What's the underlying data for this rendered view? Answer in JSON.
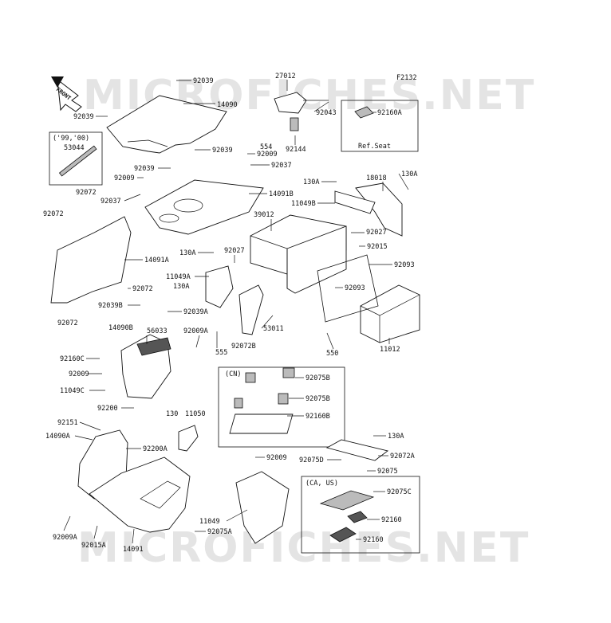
{
  "watermark": {
    "top": "MICROFICHES.NET",
    "bottom": "MICROFICHES.NET"
  },
  "figure_code": "F2132",
  "front_label": "FRONT",
  "boxes": {
    "years": "('99,'00)",
    "ref_seat": "Ref.Seat",
    "cn": "(CN)",
    "ca_us": "(CA, US)"
  },
  "labels": {
    "l92039_a": "92039",
    "l14090": "14090",
    "l92039_b": "92039",
    "l92039_c": "92039",
    "l92039_d": "92039",
    "l27012": "27012",
    "l92043": "92043",
    "l92160A": "92160A",
    "l92144": "92144",
    "l554": "554",
    "l92009_a": "92009",
    "l92037_a": "92037",
    "l53044": "53044",
    "l92009_b": "92009",
    "l92072_a": "92072",
    "l92037_b": "92037",
    "l14091B": "14091B",
    "l18018": "18018",
    "l130A_a": "130A",
    "l130A_b": "130A",
    "l11049B": "11049B",
    "l92072_b": "92072",
    "l39012": "39012",
    "l92027_a": "92027",
    "l14091A": "14091A",
    "l130A_c": "130A",
    "l92027_b": "92027",
    "l92015": "92015",
    "l92093_a": "92093",
    "l11049A": "11049A",
    "l130A_d": "130A",
    "l92072_c": "92072",
    "l92093_b": "92093",
    "l92039B": "92039B",
    "l92039A": "92039A",
    "l92072_d": "92072",
    "l14090B": "14090B",
    "l56033": "56033",
    "l92009A_a": "92009A",
    "l53011": "53011",
    "l555": "555",
    "l92072B": "92072B",
    "l550": "550",
    "l11012": "11012",
    "l92160C": "92160C",
    "l92009_c": "92009",
    "l11049C": "11049C",
    "l92200": "92200",
    "l92075B_a": "92075B",
    "l92075B_b": "92075B",
    "l92160B": "92160B",
    "l130": "130",
    "l11050": "11050",
    "l92151": "92151",
    "l14090A": "14090A",
    "l92200A": "92200A",
    "l130A_e": "130A",
    "l92009_d": "92009",
    "l92075D": "92075D",
    "l92072A": "92072A",
    "l92075": "92075",
    "l92075C": "92075C",
    "l11049": "11049",
    "l92160_a": "92160",
    "l92160_b": "92160",
    "l92009A_b": "92009A",
    "l92015A": "92015A",
    "l92075A": "92075A",
    "l14091": "14091"
  }
}
